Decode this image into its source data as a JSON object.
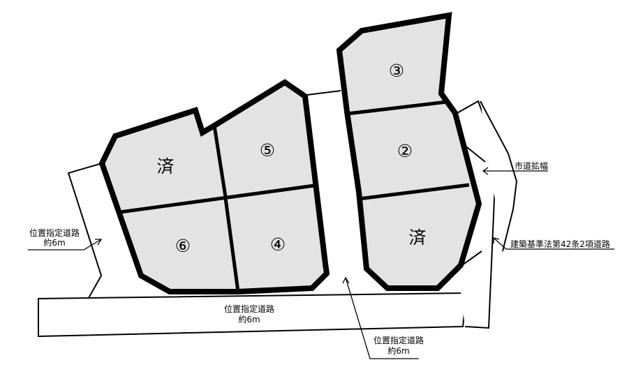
{
  "lots": {
    "lot_3": "③",
    "lot_2": "②",
    "lot_sold_right": "済",
    "lot_sold_left": "済",
    "lot_5": "⑤",
    "lot_6": "⑥",
    "lot_4": "④"
  },
  "roads": {
    "left_road": {
      "line1": "位置指定道路",
      "line2": "約6m"
    },
    "bottom_road": {
      "line1": "位置指定道路",
      "line2": "約6m"
    },
    "middle_road": {
      "line1": "位置指定道路",
      "line2": "約6m"
    },
    "city_road_widening": "市道拡幅",
    "article42_road": "建築基準法第42条2項道路"
  },
  "colors": {
    "lot_fill": "#e3e3e3",
    "outline": "#000000",
    "background": "#ffffff"
  }
}
